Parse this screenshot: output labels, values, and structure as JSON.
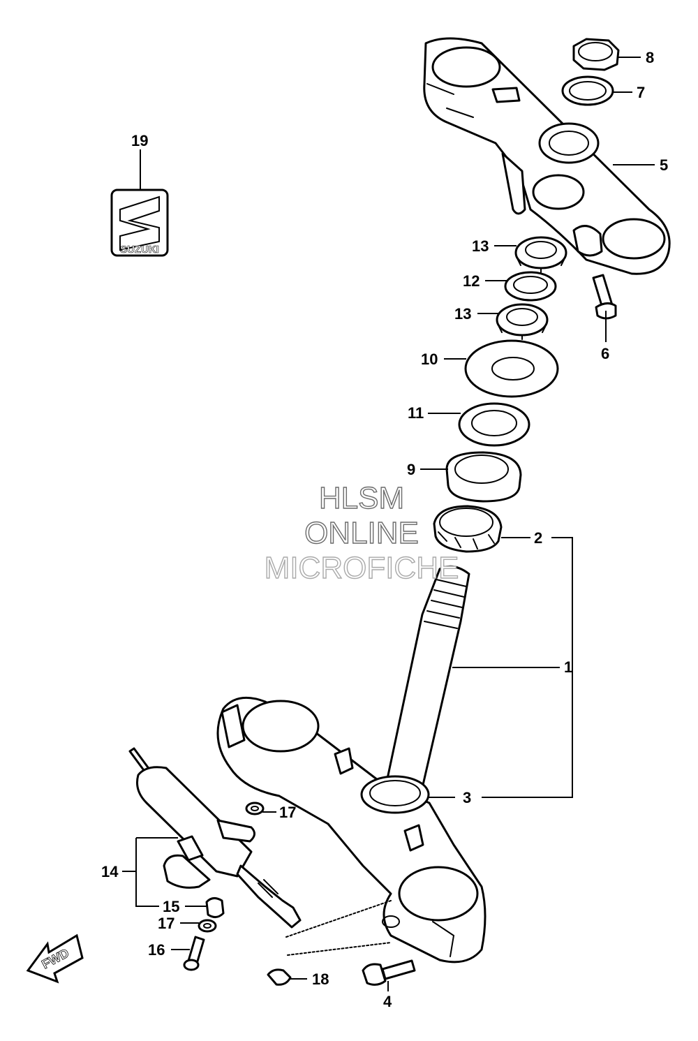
{
  "watermark": {
    "line1": "HLSM",
    "line2": "ONLINE",
    "line3": "MICROFICHE"
  },
  "badge": {
    "label": "SUZUKI"
  },
  "fwd_arrow": {
    "label": "FWD"
  },
  "callouts": [
    {
      "id": "c1",
      "label": "1"
    },
    {
      "id": "c2",
      "label": "2"
    },
    {
      "id": "c3",
      "label": "3"
    },
    {
      "id": "c4",
      "label": "4"
    },
    {
      "id": "c5",
      "label": "5"
    },
    {
      "id": "c6",
      "label": "6"
    },
    {
      "id": "c7",
      "label": "7"
    },
    {
      "id": "c8",
      "label": "8"
    },
    {
      "id": "c9",
      "label": "9"
    },
    {
      "id": "c10",
      "label": "10"
    },
    {
      "id": "c11",
      "label": "11"
    },
    {
      "id": "c12",
      "label": "12"
    },
    {
      "id": "c13a",
      "label": "13"
    },
    {
      "id": "c13b",
      "label": "13"
    },
    {
      "id": "c14",
      "label": "14"
    },
    {
      "id": "c15",
      "label": "15"
    },
    {
      "id": "c16",
      "label": "16"
    },
    {
      "id": "c17a",
      "label": "17"
    },
    {
      "id": "c17b",
      "label": "17"
    },
    {
      "id": "c18",
      "label": "18"
    },
    {
      "id": "c19",
      "label": "19"
    }
  ]
}
